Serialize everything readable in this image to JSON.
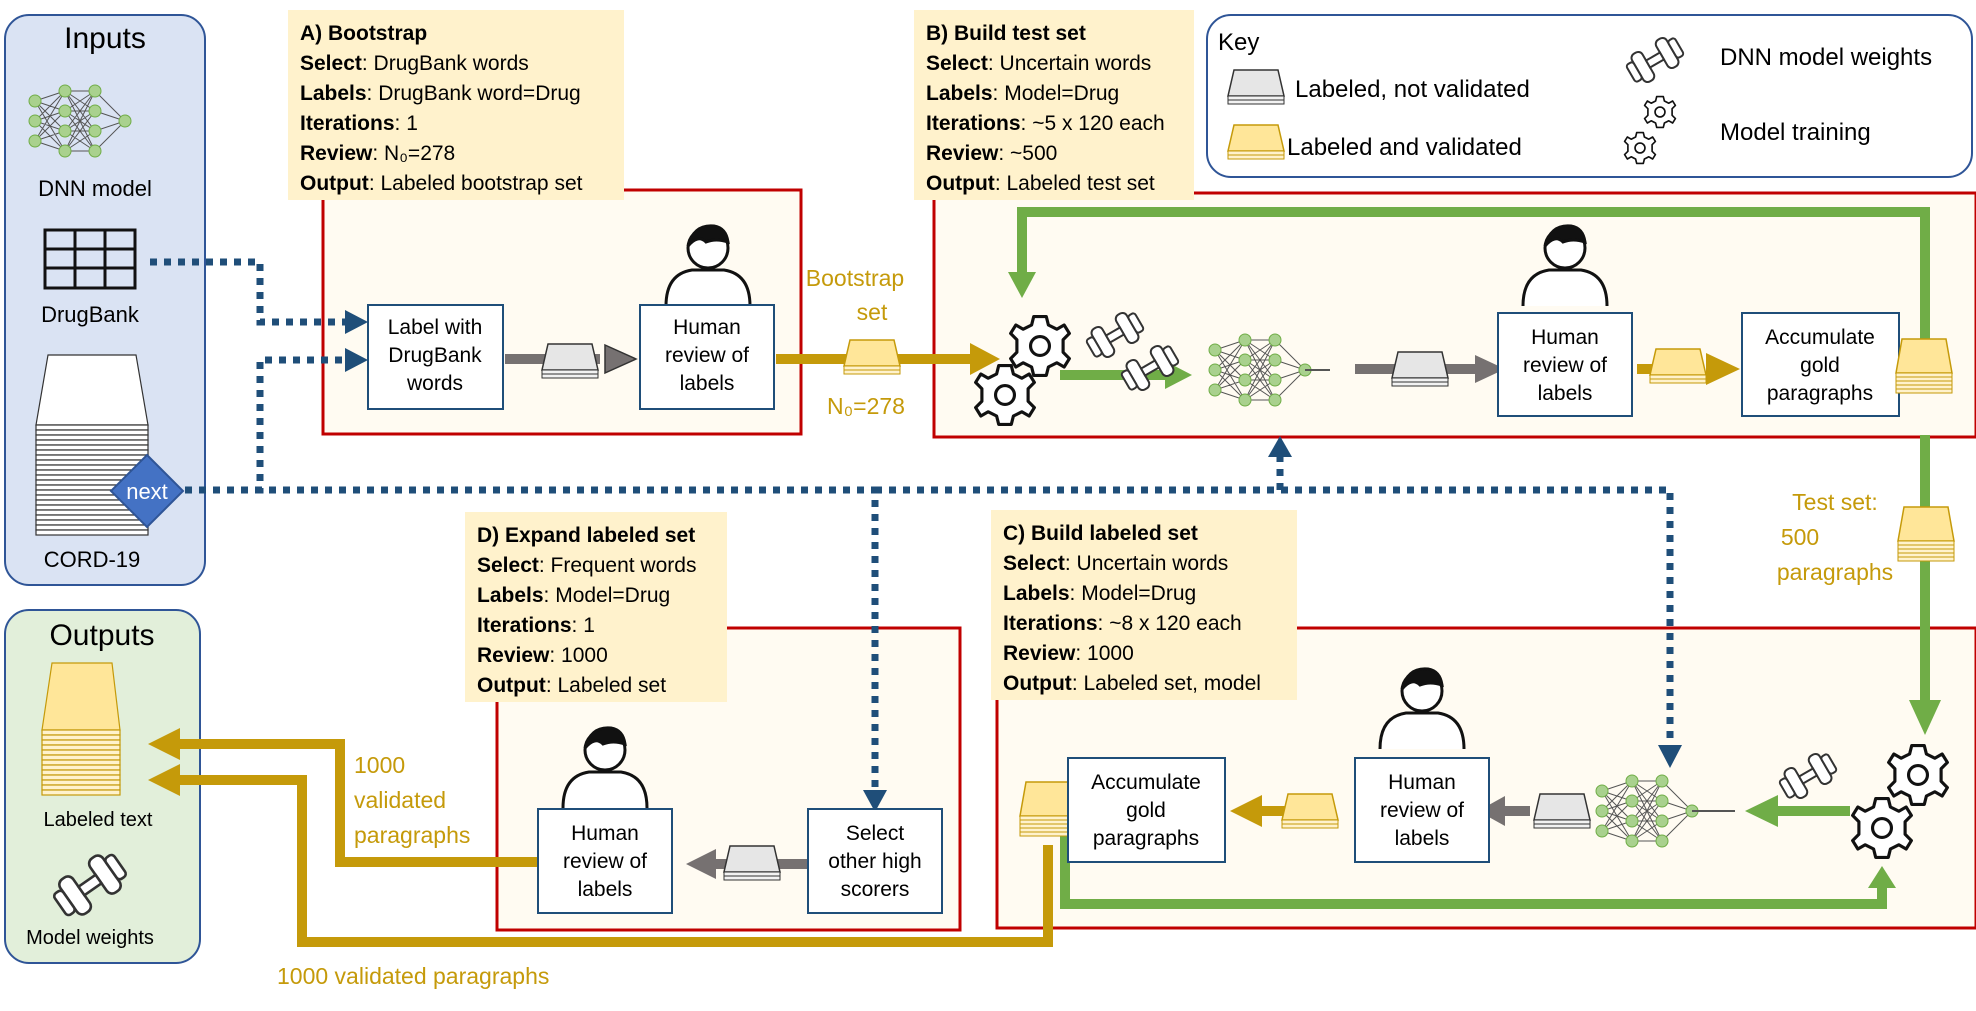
{
  "inputs": {
    "title": "Inputs",
    "dnn_label": "DNN model",
    "drugbank_label": "DrugBank",
    "cord_label": "CORD-19",
    "next_label": "next"
  },
  "outputs": {
    "title": "Outputs",
    "labeled_text": "Labeled text",
    "model_weights": "Model weights"
  },
  "stageA": {
    "title": "A)  Bootstrap",
    "lines": [
      {
        "k": "Select",
        "v": ": DrugBank words"
      },
      {
        "k": "Labels",
        "v": ": DrugBank word=Drug"
      },
      {
        "k": "Iterations",
        "v": ": 1"
      },
      {
        "k": "Review",
        "v": ": N₀=278"
      },
      {
        "k": "Output",
        "v": ":  Labeled bootstrap set"
      }
    ],
    "box1": [
      "Label with",
      "DrugBank",
      "words"
    ],
    "box2": [
      "Human",
      "review of",
      "labels"
    ]
  },
  "stageB": {
    "title": "B) Build test set",
    "lines": [
      {
        "k": "Select",
        "v": ": Uncertain words"
      },
      {
        "k": "Labels",
        "v": ": Model=Drug"
      },
      {
        "k": "Iterations",
        "v": ": ~5 x 120 each"
      },
      {
        "k": "Review",
        "v": ": ~500"
      },
      {
        "k": "Output",
        "v": ": Labeled test set"
      }
    ],
    "box1": [
      "Human",
      "review of",
      "labels"
    ],
    "box2": [
      "Accumulate",
      "gold",
      "paragraphs"
    ]
  },
  "stageC": {
    "title": "C) Build labeled set",
    "lines": [
      {
        "k": "Select",
        "v": ": Uncertain words"
      },
      {
        "k": "Labels",
        "v": ": Model=Drug"
      },
      {
        "k": "Iterations",
        "v": ": ~8 x 120 each"
      },
      {
        "k": "Review",
        "v": ": 1000"
      },
      {
        "k": "Output",
        "v": ": Labeled set, model"
      }
    ],
    "box1": [
      "Accumulate",
      "gold",
      "paragraphs"
    ],
    "box2": [
      "Human",
      "review of",
      "labels"
    ]
  },
  "stageD": {
    "title": "D) Expand  labeled set",
    "lines": [
      {
        "k": "Select",
        "v": ": Frequent words"
      },
      {
        "k": "Labels",
        "v": ": Model=Drug"
      },
      {
        "k": "Iterations",
        "v": ": 1"
      },
      {
        "k": "Review",
        "v": ": 1000"
      },
      {
        "k": "Output",
        "v": ": Labeled set"
      }
    ],
    "box1": [
      "Human",
      "review of",
      "labels"
    ],
    "box2": [
      "Select",
      "other high",
      "scorers"
    ]
  },
  "key": {
    "title": "Key",
    "not_validated": "Labeled, not validated",
    "validated": "Labeled and validated",
    "weights": "DNN model weights",
    "training": "Model training"
  },
  "annotations": {
    "bootstrap_set": [
      "Bootstrap",
      "set"
    ],
    "n0": "N₀=278",
    "test_set": [
      "Test set:",
      "500",
      "paragraphs"
    ],
    "validated_1000": [
      "1000",
      "validated",
      "paragraphs"
    ],
    "validated_bottom": "1000 validated paragraphs"
  },
  "colors": {
    "red_frame": "#c00000",
    "gold": "#c59a0a",
    "green": "#70ad47",
    "blue": "#1f4e79",
    "note_fill": "#fff2cc",
    "panel_fill": "#fffbf2",
    "inputs_fill": "#dae3f3",
    "outputs_fill": "#e2efda"
  }
}
